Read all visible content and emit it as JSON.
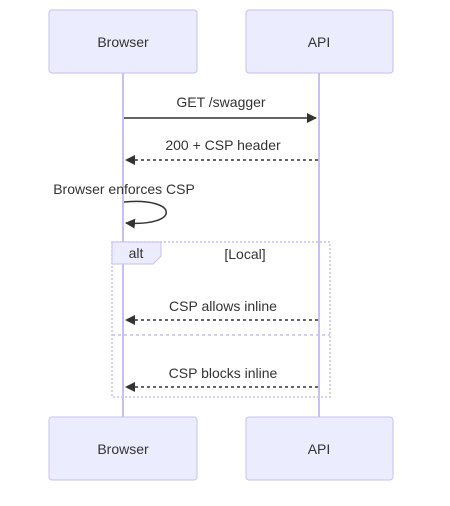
{
  "participants": {
    "browser": "Browser",
    "api": "API"
  },
  "messages": {
    "get_swagger": "GET /swagger",
    "response": "200 + CSP header",
    "self_note": "Browser enforces CSP",
    "allows": "CSP allows inline",
    "blocks": "CSP blocks inline"
  },
  "alt_block": {
    "keyword": "alt",
    "condition": "[Local]"
  },
  "colors": {
    "actor_fill": "#ECECFF",
    "actor_stroke": "#9370DB",
    "lifeline": "#C9BFF0",
    "arrow": "#333333",
    "text": "#333333"
  }
}
